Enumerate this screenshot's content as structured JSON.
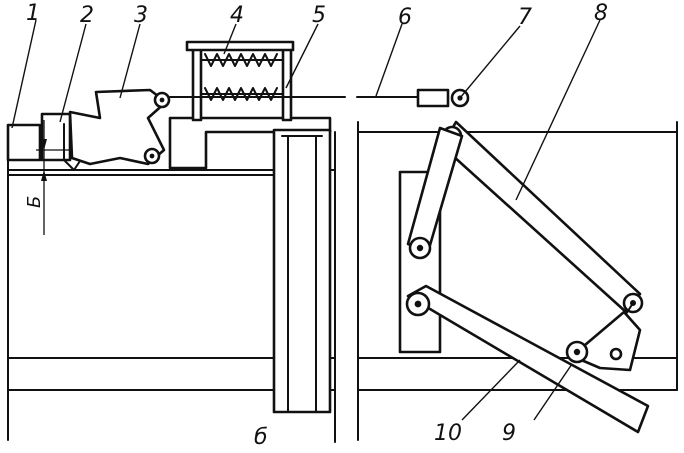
{
  "figure": {
    "callouts": [
      {
        "id": "callout-1",
        "label": "1"
      },
      {
        "id": "callout-2",
        "label": "2"
      },
      {
        "id": "callout-3",
        "label": "3"
      },
      {
        "id": "callout-4",
        "label": "4"
      },
      {
        "id": "callout-5",
        "label": "5"
      },
      {
        "id": "callout-6",
        "label": "6"
      },
      {
        "id": "callout-7",
        "label": "7"
      },
      {
        "id": "callout-8",
        "label": "8"
      },
      {
        "id": "callout-9",
        "label": "9"
      },
      {
        "id": "callout-10",
        "label": "10"
      }
    ],
    "dimension_label": "Б",
    "subfigure_label": "б"
  }
}
